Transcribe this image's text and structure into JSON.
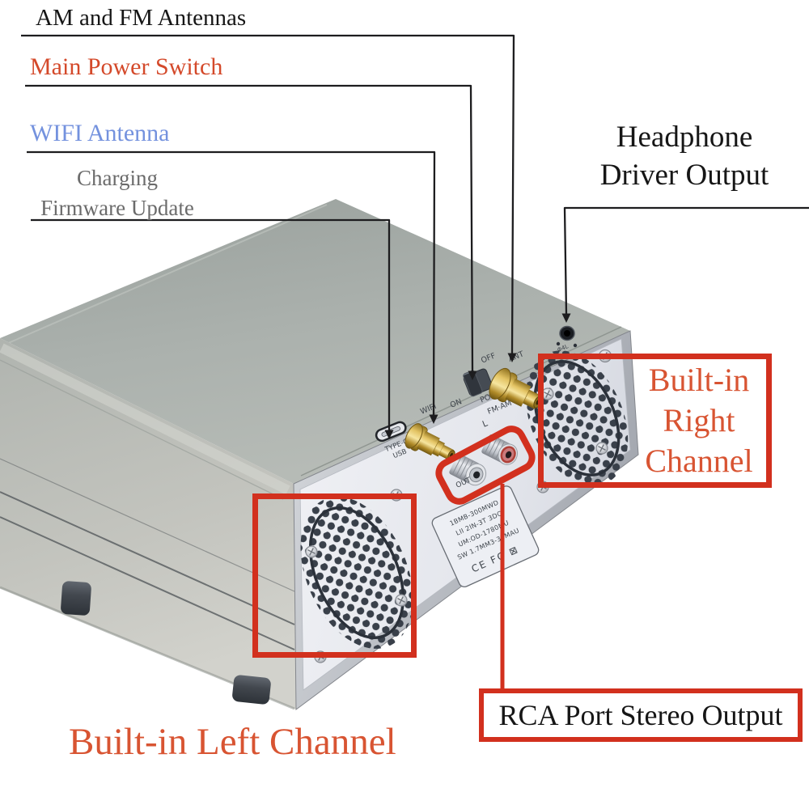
{
  "colors": {
    "annotation_red_box": "#d2301e",
    "annotation_red_text": "#d85432",
    "power_label_red": "#d4492a",
    "wifi_label_blue": "#7492de",
    "charging_label_gray": "#6b6b6b",
    "ink_black": "#161616",
    "panel_white": "#e9ebf1",
    "chassis_gray": "#aab0ac",
    "gold_jack": "#d8b54e"
  },
  "callouts": {
    "am_fm": "AM and FM Antennas",
    "main_power": "Main Power Switch",
    "wifi": "WIFI Antenna",
    "charging": {
      "line1": "Charging",
      "line2": "Firmware Update"
    },
    "headphone": {
      "line1": "Headphone",
      "line2": "Driver Output"
    },
    "right_channel": {
      "line1": "Built-in",
      "line2": "Right",
      "line3": "Channel"
    },
    "left_channel": "Built-in Left Channel",
    "rca": "RCA Port Stereo Output"
  },
  "panel": {
    "usb": {
      "line1": "TYPE-C",
      "line2": "USB"
    },
    "wifi_jack": "WIFI",
    "switch": {
      "on": "ON",
      "off": "OFF",
      "power": "POWER"
    },
    "ant": "ANT",
    "fm_am": "FM·AM",
    "phone_jack": "Φ4L",
    "rca": {
      "left": "L",
      "out": "OUT"
    },
    "spec_label": {
      "lines": [
        "1BMB-300MWD",
        "LII 2IN-3T 3DC",
        "UM:OD-1780MU",
        "SW 1.7MM3-37MAU"
      ],
      "logos": "CE  FC  ⊠"
    }
  }
}
